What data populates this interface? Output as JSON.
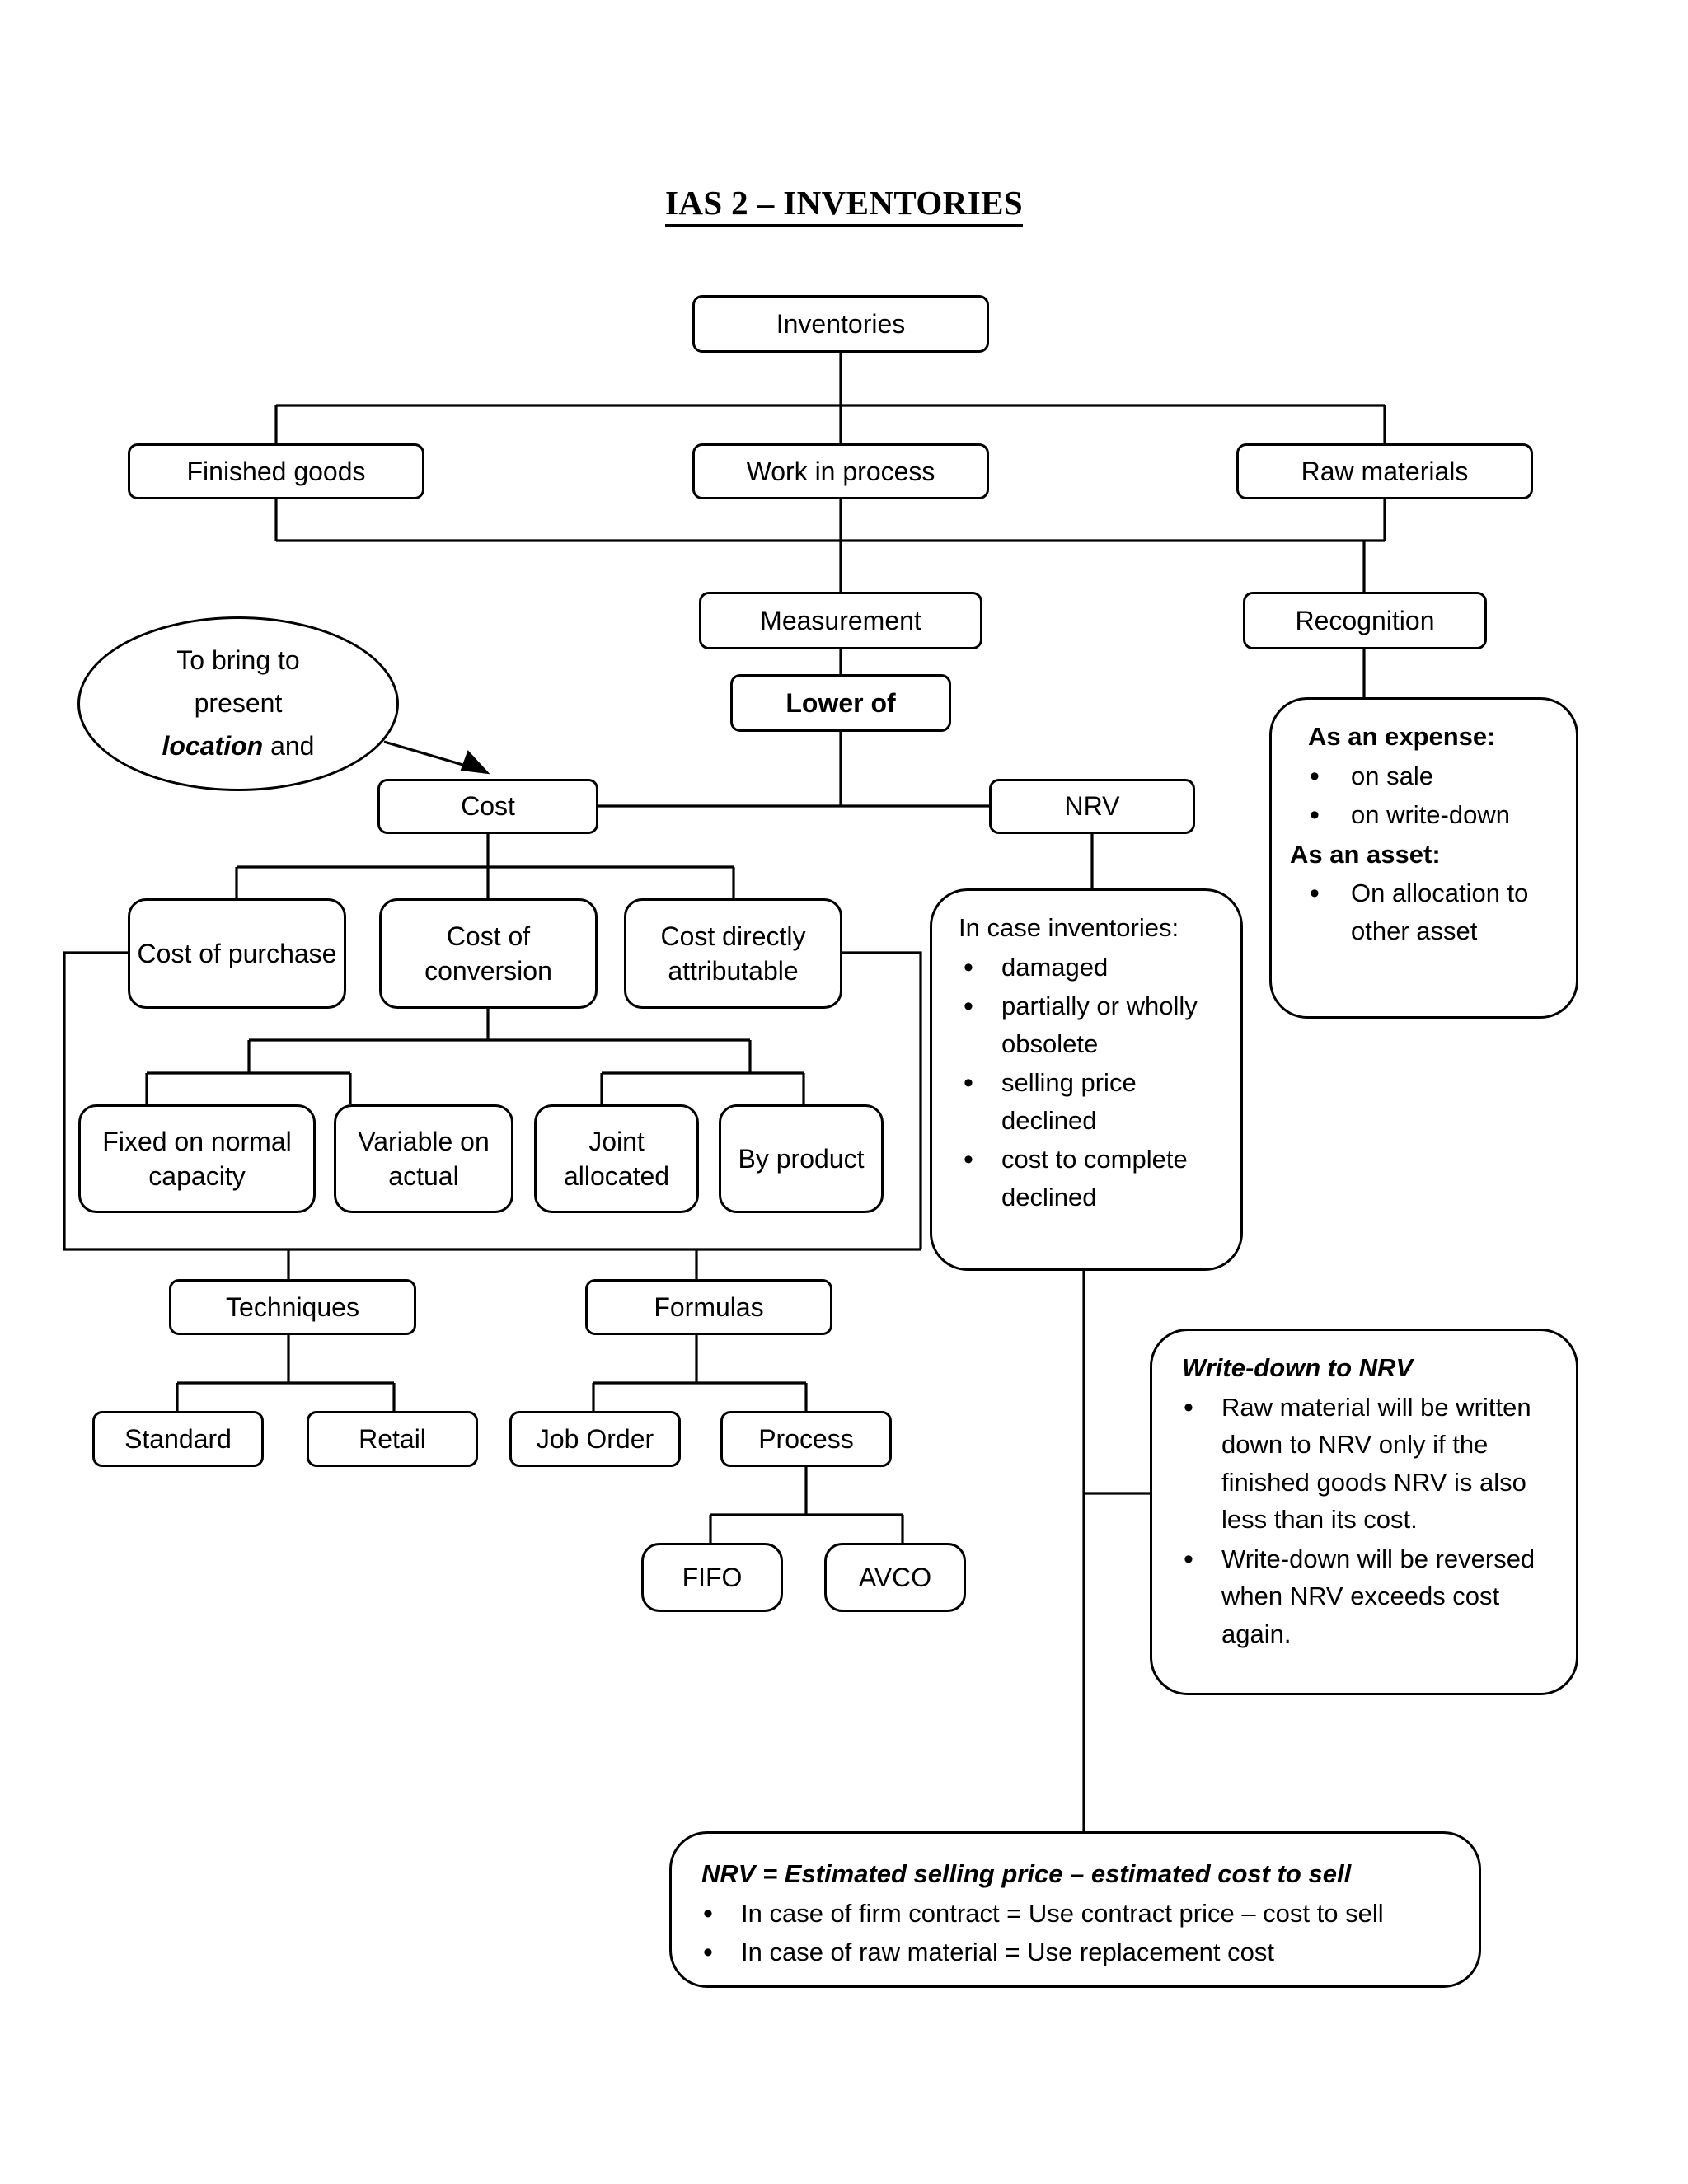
{
  "title": "IAS 2 – INVENTORIES",
  "nodes": {
    "inventories": "Inventories",
    "finished_goods": "Finished  goods",
    "work_in_process": "Work in process",
    "raw_materials": "Raw materials",
    "measurement": "Measurement",
    "recognition": "Recognition",
    "lower_of": "Lower of",
    "cost": "Cost",
    "nrv": "NRV",
    "cost_of_purchase": "Cost of purchase",
    "cost_of_conversion": "Cost of conversion",
    "cost_directly_attributable": "Cost directly attributable",
    "fixed_on_normal_capacity": "Fixed on normal capacity",
    "variable_on_actual": "Variable on actual",
    "joint_allocated": "Joint allocated",
    "by_product": "By product",
    "techniques": "Techniques",
    "formulas": "Formulas",
    "standard": "Standard",
    "retail": "Retail",
    "job_order": "Job Order",
    "process": "Process",
    "fifo": "FIFO",
    "avco": "AVCO"
  },
  "ellipse": {
    "line1": "To bring to",
    "line2": "present",
    "line3_em": "location",
    "line3_rest": " and"
  },
  "recognition_panel": {
    "heading_expense": "As an expense:",
    "expense_items": [
      "on sale",
      "on write-down"
    ],
    "heading_asset": "As an asset:",
    "asset_items": [
      "On allocation to other asset"
    ]
  },
  "nrv_panel": {
    "heading": "In case inventories:",
    "items": [
      "damaged",
      "partially or wholly obsolete",
      "selling price declined",
      "cost to complete declined"
    ]
  },
  "writedown_panel": {
    "heading": "Write-down to NRV",
    "items": [
      "Raw material will be written down to NRV only if the finished goods NRV is also less than its cost.",
      "Write-down will be reversed when NRV exceeds cost again."
    ]
  },
  "nrv_formula_panel": {
    "heading": "NRV = Estimated selling price – estimated cost to sell",
    "items": [
      "In case of firm contract = Use contract price – cost to sell",
      "In case of raw material = Use replacement cost"
    ]
  },
  "colors": {
    "stroke": "#000000",
    "background": "#ffffff"
  }
}
